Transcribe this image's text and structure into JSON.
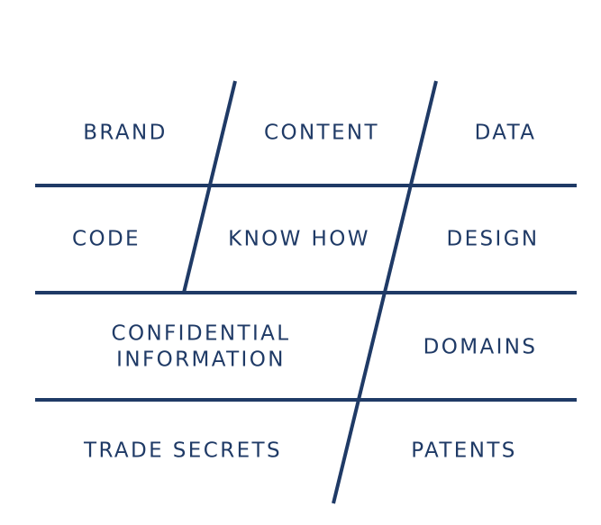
{
  "colors": {
    "ink": "#1f3a66",
    "background": "#ffffff"
  },
  "cells": {
    "brand": "BRAND",
    "content": "CONTENT",
    "data": "DATA",
    "code": "CODE",
    "know_how": "KNOW HOW",
    "design": "DESIGN",
    "confidential_line1": "CONFIDENTIAL",
    "confidential_line2": "INFORMATION",
    "domains": "DOMAINS",
    "trade_secrets": "TRADE SECRETS",
    "patents": "PATENTS"
  }
}
